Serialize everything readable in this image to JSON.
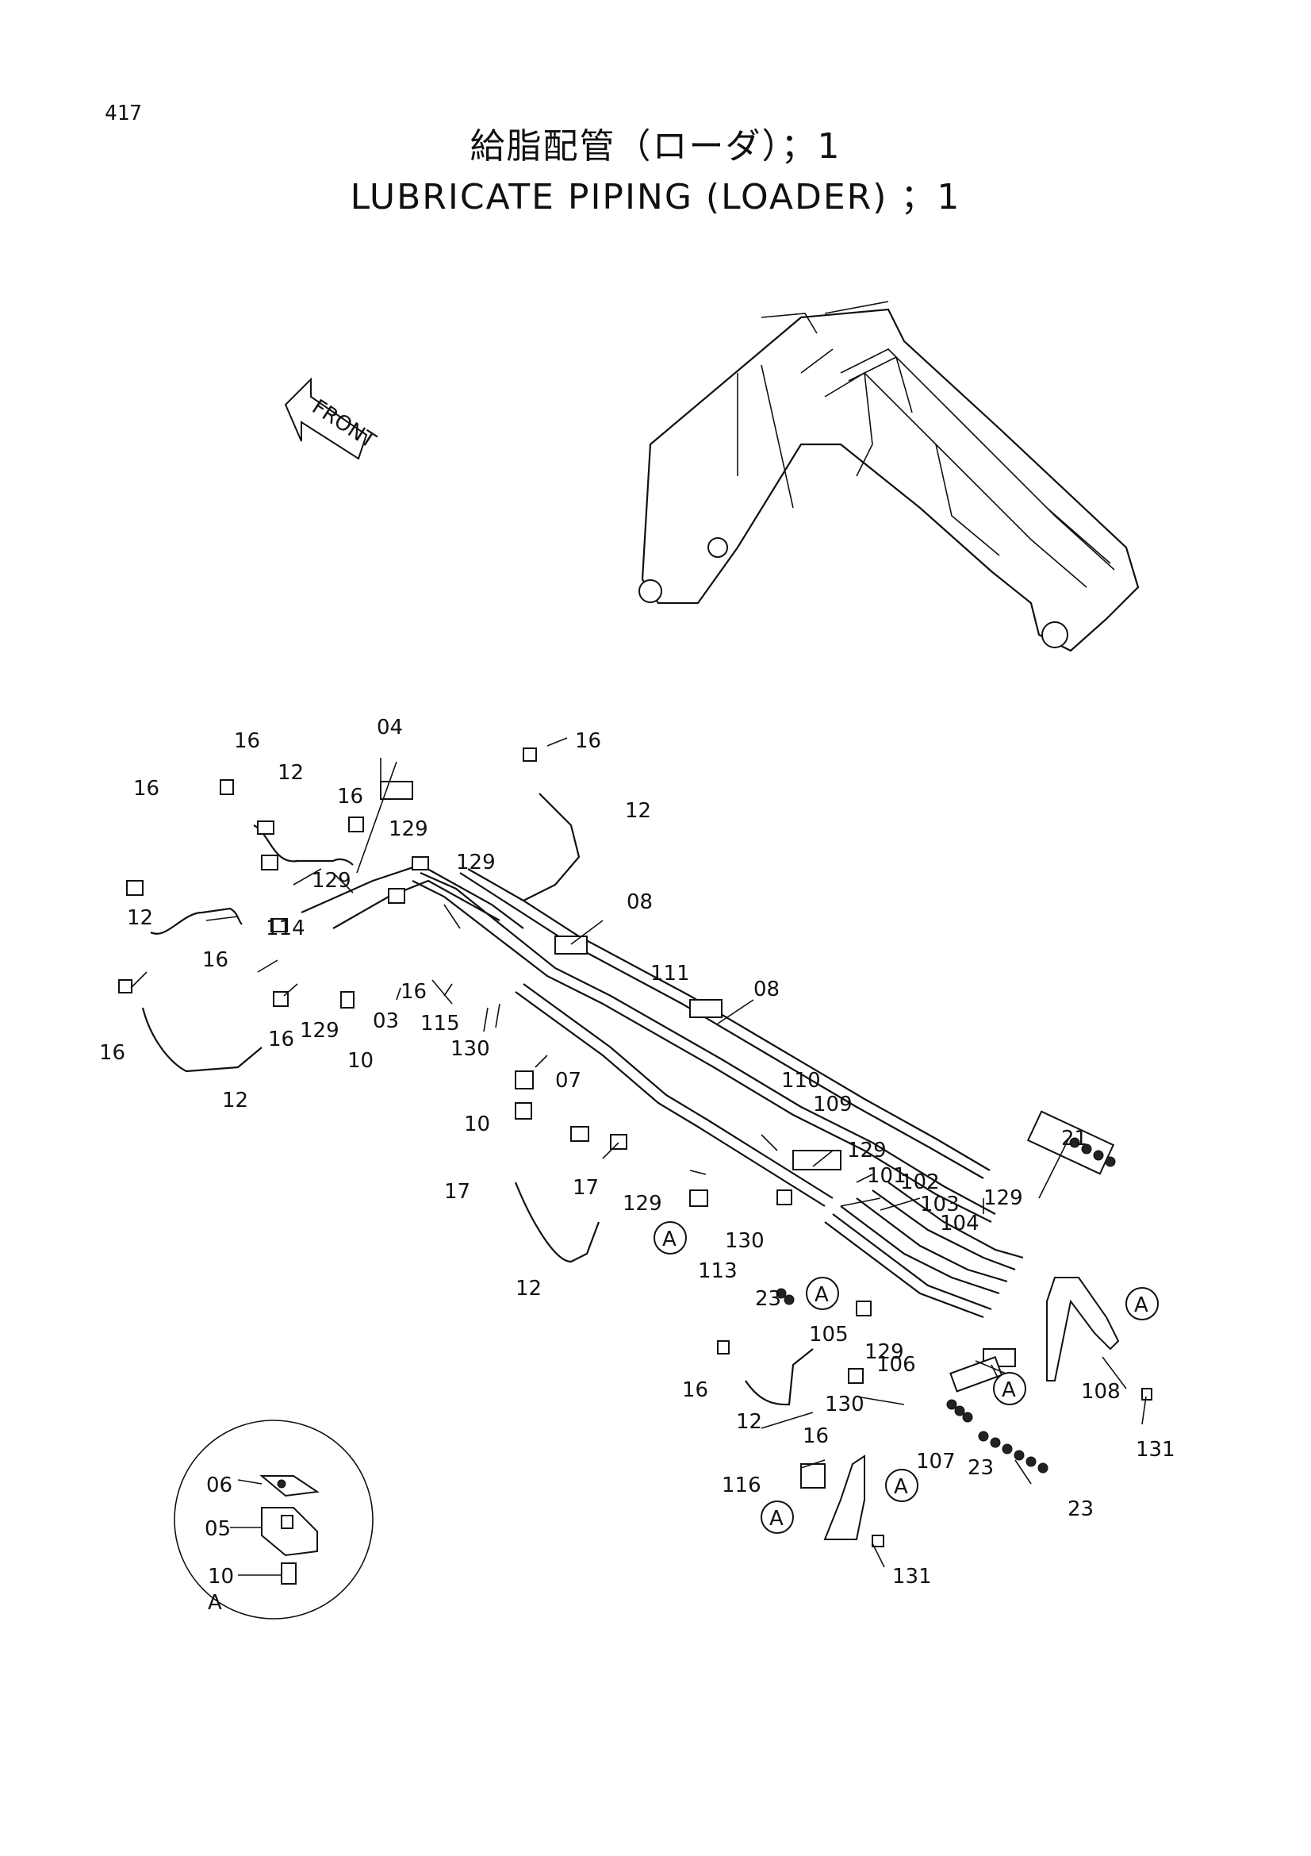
{
  "page": {
    "number": "417",
    "title_jp": "給脂配管（ローダ）；1",
    "title_en": "LUBRICATE PIPING (LOADER) ；1",
    "front_arrow_label": "FRONT",
    "detail_label": "A"
  },
  "callouts": {
    "c04": "04",
    "c08a": "08",
    "c08b": "08",
    "c03": "03",
    "c07": "07",
    "c05": "05",
    "c06": "06",
    "c10a": "10",
    "c10b": "10",
    "c10c": "10",
    "c12a": "12",
    "c12b": "12",
    "c12c": "12",
    "c12d": "12",
    "c12e": "12",
    "c12f": "12",
    "c16a": "16",
    "c16b": "16",
    "c16c": "16",
    "c16d": "16",
    "c16e": "16",
    "c16f": "16",
    "c16g": "16",
    "c16h": "16",
    "c16i": "16",
    "c16j": "16",
    "c17a": "17",
    "c17b": "17",
    "c21": "21",
    "c23a": "23",
    "c23b": "23",
    "c23c": "23",
    "c101": "101",
    "c102": "102",
    "c103": "103",
    "c104": "104",
    "c105": "105",
    "c106": "106",
    "c107": "107",
    "c108": "108",
    "c109": "109",
    "c110": "110",
    "c111": "111",
    "c113": "113",
    "c114": "114",
    "c115": "115",
    "c116": "116",
    "c129a": "129",
    "c129b": "129",
    "c129c": "129",
    "c129d": "129",
    "c129e": "129",
    "c129f": "129",
    "c129g": "129",
    "c129h": "129",
    "c130a": "130",
    "c130b": "130",
    "c130c": "130",
    "c131a": "131",
    "c131b": "131"
  },
  "detail_markers": [
    "A",
    "A",
    "A",
    "A",
    "A",
    "A"
  ]
}
